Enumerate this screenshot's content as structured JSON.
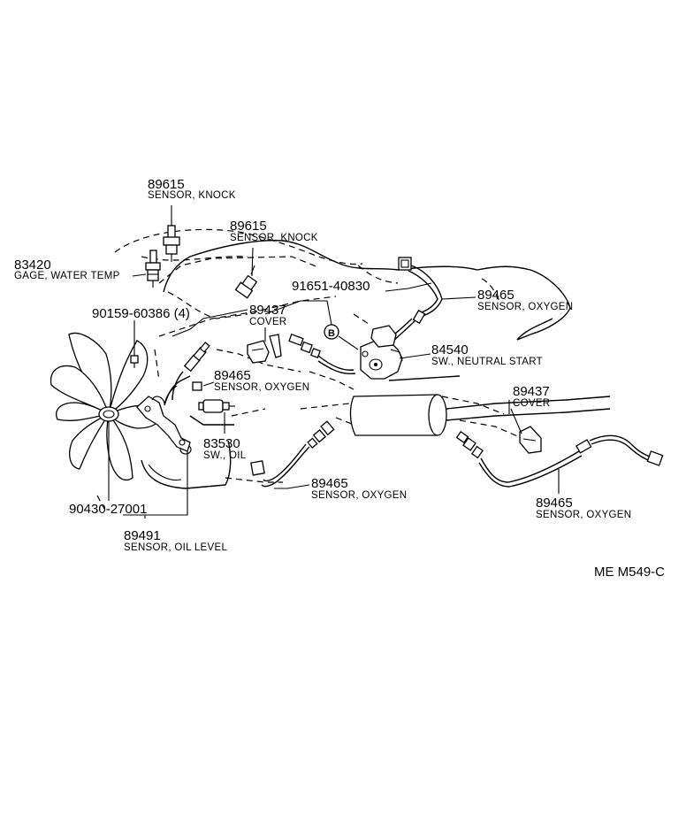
{
  "parts": [
    {
      "id": "knock1",
      "number": "89615",
      "name": "SENSOR, KNOCK"
    },
    {
      "id": "knock2",
      "number": "89615",
      "name": "SENSOR, KNOCK"
    },
    {
      "id": "watertemp",
      "number": "83420",
      "name": "GAGE, WATER TEMP"
    },
    {
      "id": "bolt",
      "number": "90159-60386 (4)",
      "name": ""
    },
    {
      "id": "clamp",
      "number": "91651-40830",
      "name": ""
    },
    {
      "id": "cover1",
      "number": "89437",
      "name": "COVER"
    },
    {
      "id": "oxy1",
      "number": "89465",
      "name": "SENSOR, OXYGEN"
    },
    {
      "id": "neutral",
      "number": "84540",
      "name": "SW., NEUTRAL START"
    },
    {
      "id": "oxy2",
      "number": "89465",
      "name": "SENSOR, OXYGEN"
    },
    {
      "id": "cover2",
      "number": "89437",
      "name": "COVER"
    },
    {
      "id": "oilsw",
      "number": "83530",
      "name": "SW., OIL"
    },
    {
      "id": "oxy3",
      "number": "89465",
      "name": "SENSOR, OXYGEN"
    },
    {
      "id": "oxy4",
      "number": "89465",
      "name": "SENSOR, OXYGEN"
    },
    {
      "id": "gasket",
      "number": "90430-27001",
      "name": ""
    },
    {
      "id": "oillevel",
      "number": "89491",
      "name": "SENSOR, OIL LEVEL"
    }
  ],
  "markers": {
    "b": "B"
  },
  "diagram_code": "ME M549-C"
}
